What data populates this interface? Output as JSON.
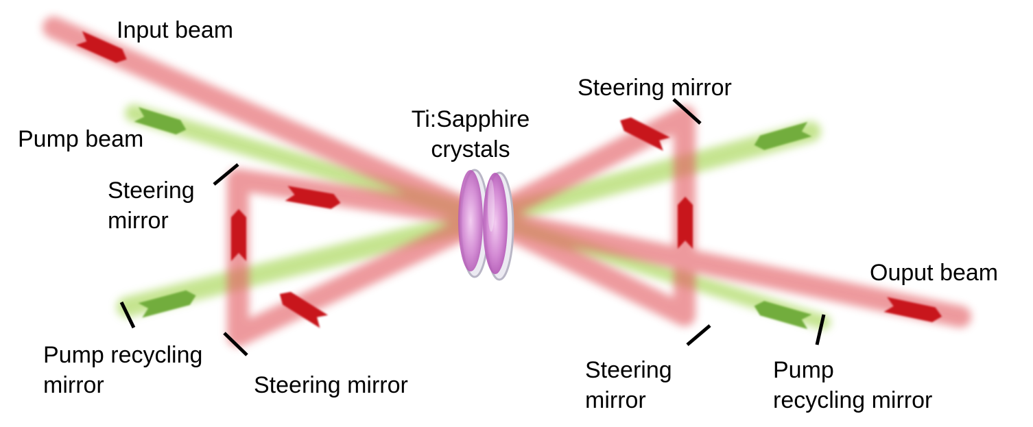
{
  "labels": {
    "input_beam": "Input beam",
    "pump_beam": "Pump beam",
    "crystals_line1": "Ti:Sapphire",
    "crystals_line2": "crystals",
    "steering_left_top_line1": "Steering",
    "steering_left_top_line2": "mirror",
    "steering_left_bottom": "Steering mirror",
    "pump_recycling_left_line1": "Pump recycling",
    "pump_recycling_left_line2": "mirror",
    "steering_right_top": "Steering mirror",
    "steering_right_bottom_line1": "Steering",
    "steering_right_bottom_line2": "mirror",
    "output_beam": "Ouput beam",
    "pump_recycling_right_line1": "Pump",
    "pump_recycling_right_line2": "recycling mirror"
  },
  "colors": {
    "red_beam": "#e0575c",
    "green_beam": "#9fd34f",
    "red_arrow": "#c8171d",
    "green_arrow": "#6fa93a",
    "crystal": "#c462c2",
    "mirror": "#000000"
  }
}
